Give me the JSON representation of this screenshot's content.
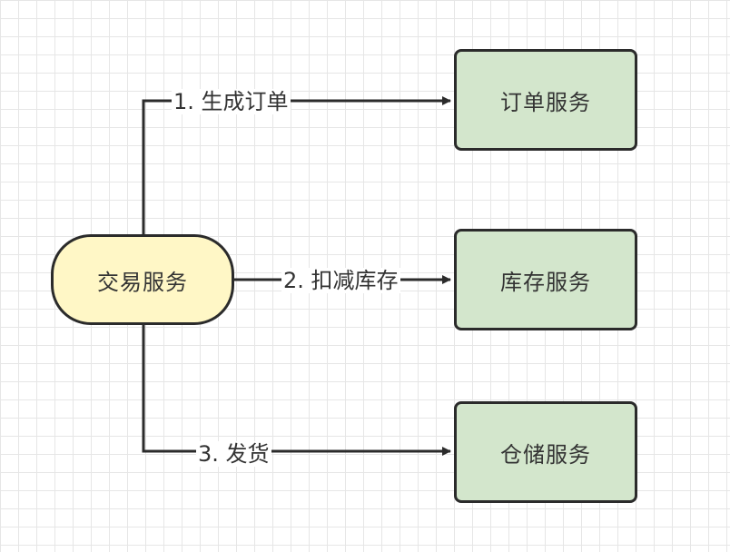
{
  "diagram": {
    "nodes": {
      "trade": "交易服务",
      "order": "订单服务",
      "inventory": "库存服务",
      "warehouse": "仓储服务"
    },
    "edges": {
      "create_order": "1. 生成订单",
      "deduct_inventory": "2. 扣减库存",
      "ship": "3. 发货"
    }
  },
  "colors": {
    "start_fill": "#fff7c6",
    "service_fill": "#d3e6cc",
    "stroke": "#2b2b2b"
  }
}
